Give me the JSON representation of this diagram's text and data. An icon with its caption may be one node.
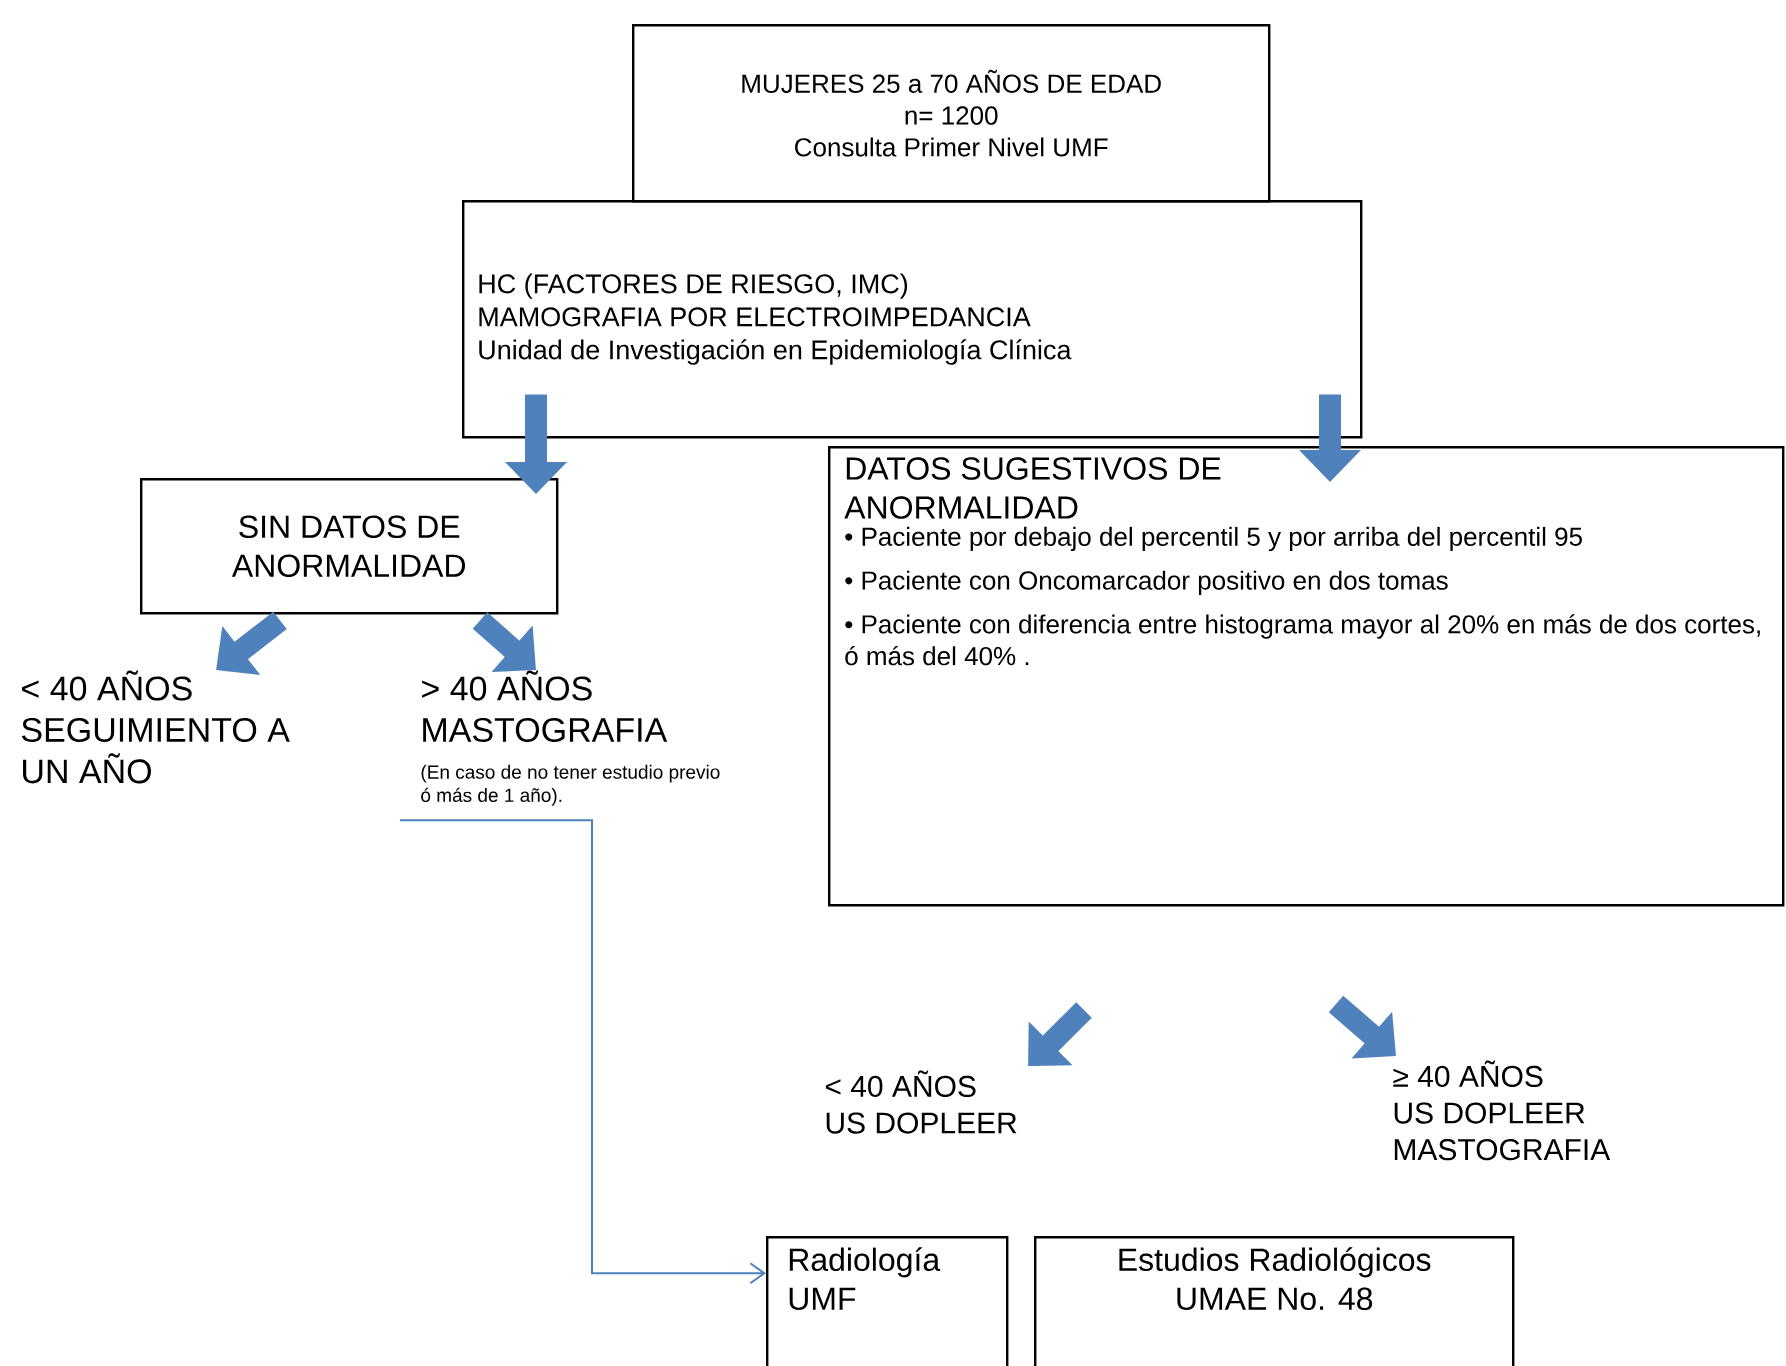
{
  "diagram": {
    "nodes": [
      {
        "text": [
          "MUJERES 25 a 70 AÑOS DE EDAD",
          "n= 1200",
          "Consulta Primer Nivel UMF"
        ]
      },
      {
        "text": [
          "HC (FACTORES DE RIESGO, IMC)",
          "MAMOGRAFIA POR ELECTROIMPEDANCIA",
          "Unidad de Investigación en Epidemiología Clínica"
        ]
      },
      {
        "text": [
          "SIN DATOS DE ANORMALIDAD"
        ]
      },
      {
        "text": [
          "DATOS SUGESTIVOS DE ANORMALIDAD",
          "• Paciente por debajo del percentil 5 y por arriba del percentil 95",
          "• Paciente con Oncomarcador positivo en dos tomas",
          "• Paciente con diferencia entre histograma mayor al 20% en más de dos cortes, ó más del 40% ."
        ]
      },
      {
        "text": [
          "< 40 AÑOS",
          "SEGUIMIENTO A UN AÑO"
        ]
      },
      {
        "text": [
          "> 40 AÑOS",
          "MASTOGRAFIA",
          "(En caso de no tener estudio previo ó más de 1 año)."
        ]
      },
      {
        "text": [
          "< 40 AÑOS",
          "US DOPLEER"
        ]
      },
      {
        "text": [
          "≥ 40 AÑOS",
          "US DOPLEER MASTOGRAFIA"
        ]
      },
      {
        "text": [
          "Radiología UMF"
        ]
      },
      {
        "text": [
          "Estudios Radiológicos",
          "UMAE No. 48"
        ]
      }
    ],
    "edges": [
      {
        "from": 1,
        "to": 2,
        "arrow": "to"
      },
      {
        "from": 1,
        "to": 3,
        "arrow": "to"
      },
      {
        "from": 2,
        "to": 4,
        "arrow": "to"
      },
      {
        "from": 2,
        "to": 5,
        "arrow": "to"
      },
      {
        "from": null,
        "to": 6,
        "arrow": "to"
      },
      {
        "from": null,
        "to": 7,
        "arrow": "to"
      },
      {
        "from": 5,
        "to": 8,
        "arrow": "to"
      }
    ]
  }
}
